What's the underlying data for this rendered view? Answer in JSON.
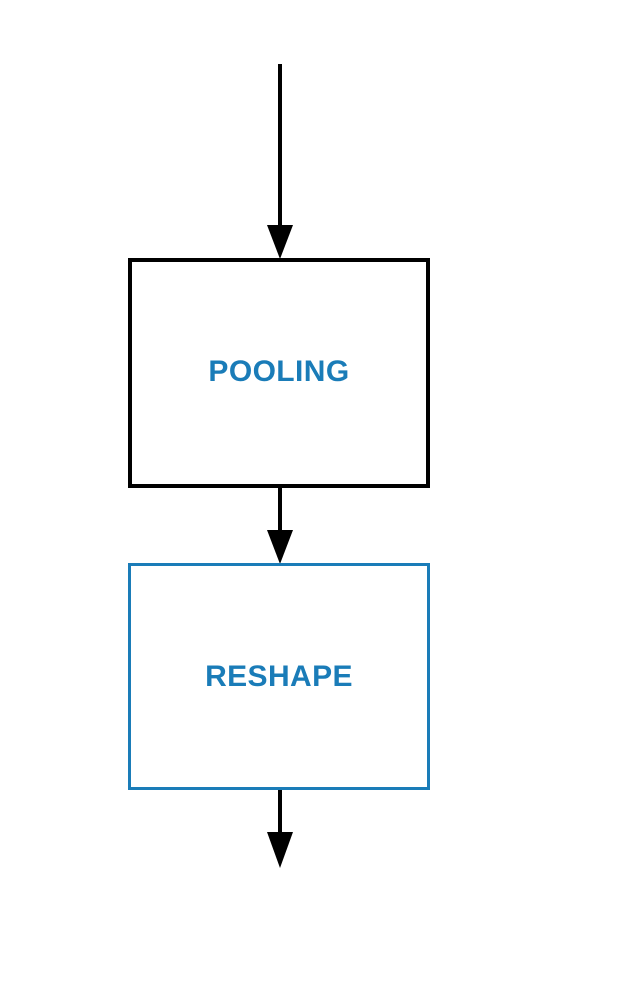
{
  "diagram": {
    "type": "flowchart",
    "orientation": "vertical",
    "background_color": "#ffffff",
    "accent_color": "#1a7cb8",
    "line_color": "#000000",
    "nodes": [
      {
        "id": "pooling",
        "label": "POOLING",
        "shape": "rectangle",
        "border_color": "#000000",
        "border_width": 4,
        "fill_color": "#ffffff",
        "text_color": "#1a7cb8"
      },
      {
        "id": "reshape",
        "label": "RESHAPE",
        "shape": "rectangle",
        "border_color": "#1a7cb8",
        "border_width": 3,
        "fill_color": "#ffffff",
        "text_color": "#1a7cb8"
      }
    ],
    "connectors": [
      {
        "id": "arrow-in-pooling",
        "from": "input",
        "to": "pooling",
        "style": "solid-arrow",
        "color": "#000000"
      },
      {
        "id": "arrow-pooling-reshape",
        "from": "pooling",
        "to": "reshape",
        "style": "solid-arrow",
        "color": "#000000"
      },
      {
        "id": "arrow-out-reshape",
        "from": "reshape",
        "to": "output",
        "style": "solid-arrow",
        "color": "#000000"
      }
    ]
  }
}
